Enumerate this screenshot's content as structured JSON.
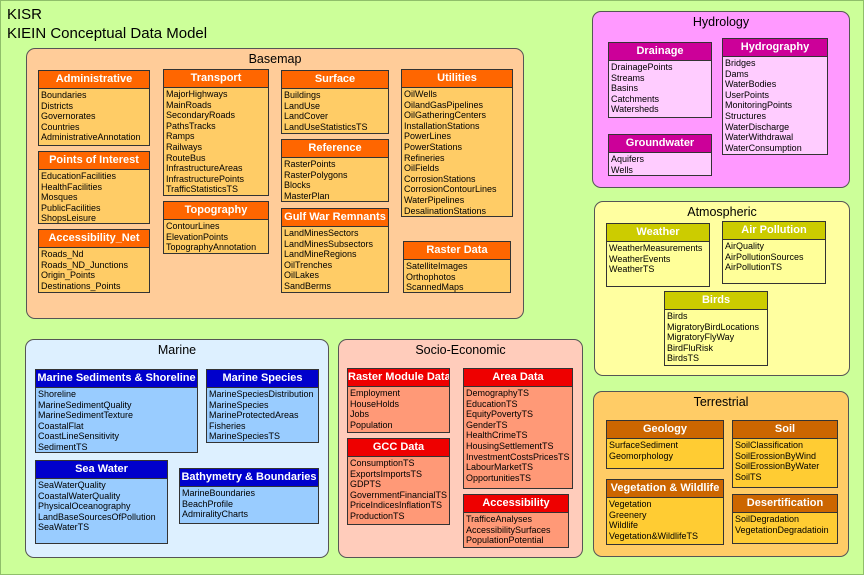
{
  "header": {
    "org": "KISR",
    "title": "KIEIN Conceptual Data Model"
  },
  "groups": {
    "basemap": "Basemap",
    "hydrology": "Hydrology",
    "atmospheric": "Atmospheric",
    "marine": "Marine",
    "socio": "Socio-Economic",
    "terrestrial": "Terrestrial"
  },
  "colors": {
    "basemap_header": "#ff6600",
    "hydrology_header": "#cc0099",
    "atmospheric_header": "#cccc00",
    "marine_header": "#0000cc",
    "socio_header": "#ee0000",
    "terrestrial_header": "#cc6600"
  },
  "entities": {
    "administrative": {
      "name": "Administrative",
      "items": [
        "Boundaries",
        "Districts",
        "Governorates",
        "Countries",
        "AdministrativeAnnotation"
      ]
    },
    "poi": {
      "name": "Points of Interest",
      "items": [
        "EducationFacilities",
        "HealthFacilities",
        "Mosques",
        "PublicFacilities",
        "ShopsLeisure"
      ]
    },
    "accessibility_net": {
      "name": "Accessibility_Net",
      "items": [
        "Roads_Nd",
        "Roads_ND_Junctions",
        "Origin_Points",
        "Destinations_Points"
      ]
    },
    "transport": {
      "name": "Transport",
      "items": [
        "MajorHighways",
        "MainRoads",
        "SecondaryRoads",
        "PathsTracks",
        "Ramps",
        "Railways",
        "RouteBus",
        "InfrastructureAreas",
        "InfrastructurePoints",
        "TrafficStatisticsTS"
      ]
    },
    "topography": {
      "name": "Topography",
      "items": [
        "ContourLines",
        "ElevationPoints",
        "TopographyAnnotation"
      ]
    },
    "surface": {
      "name": "Surface",
      "items": [
        "Buildings",
        "LandUse",
        "LandCover",
        "LandUseStatisticsTS"
      ]
    },
    "reference": {
      "name": "Reference",
      "items": [
        "RasterPoints",
        "RasterPolygons",
        "Blocks",
        "MasterPlan"
      ]
    },
    "gulfwar": {
      "name": "Gulf War Remnants",
      "items": [
        "LandMinesSectors",
        "LandMinesSubsectors",
        "LandMineRegions",
        "OilTrenches",
        "OilLakes",
        "SandBerms"
      ]
    },
    "utilities": {
      "name": "Utilities",
      "items": [
        "OilWells",
        "OilandGasPipelines",
        "OilGatheringCenters",
        "InstallationStations",
        "PowerLines",
        "PowerStations",
        "Refineries",
        "OilFields",
        "CorrosionStations",
        "CorrosionContourLines",
        "WaterPipelines",
        "DesalinationStations"
      ]
    },
    "rasterdata": {
      "name": "Raster Data",
      "items": [
        "SatelliteImages",
        "Orthophotos",
        "ScannedMaps"
      ]
    },
    "drainage": {
      "name": "Drainage",
      "items": [
        "DrainagePoints",
        "Streams",
        "Basins",
        "Catchments",
        "Watersheds"
      ]
    },
    "hydrography": {
      "name": "Hydrography",
      "items": [
        "Bridges",
        "Dams",
        "WaterBodies",
        "UserPoints",
        "MonitoringPoints",
        "Structures",
        "WaterDischarge",
        "WaterWithdrawal",
        "WaterConsumption"
      ]
    },
    "groundwater": {
      "name": "Groundwater",
      "items": [
        "Aquifers",
        "Wells"
      ]
    },
    "weather": {
      "name": "Weather",
      "items": [
        "WeatherMeasurements",
        "WeatherEvents",
        "WeatherTS"
      ]
    },
    "airpollution": {
      "name": "Air Pollution",
      "items": [
        "AirQuality",
        "AirPollutionSources",
        "AirPollutionTS"
      ]
    },
    "birds": {
      "name": "Birds",
      "items": [
        "Birds",
        "MigratoryBirdLocations",
        "MigratoryFlyWay",
        "BirdFluRisk",
        "BirdsTS"
      ]
    },
    "sediments": {
      "name": "Marine Sediments & Shoreline",
      "items": [
        "Shoreline",
        "MarineSedimentQuality",
        "MarineSedimentTexture",
        "CoastalFlat",
        "CoastLineSensitivity",
        "SedimentTS"
      ]
    },
    "species": {
      "name": "Marine Species",
      "items": [
        "MarineSpeciesDistribution",
        "MarineSpecies",
        "MarineProtectedAreas",
        "Fisheries",
        "MarineSpeciesTS"
      ]
    },
    "seawater": {
      "name": "Sea Water",
      "items": [
        "SeaWaterQuality",
        "CoastalWaterQuality",
        "PhysicalOceanography",
        "LandBaseSourcesOfPollution",
        "SeaWaterTS"
      ]
    },
    "bathymetry": {
      "name": "Bathymetry & Boundaries",
      "items": [
        "MarineBoundaries",
        "BeachProfile",
        "AdmiralityCharts"
      ]
    },
    "rastermodule": {
      "name": "Raster Module Data",
      "items": [
        "Employment",
        "HouseHolds",
        "Jobs",
        "Population"
      ]
    },
    "gcc": {
      "name": "GCC Data",
      "items": [
        "ConsumptionTS",
        "ExportsImportsTS",
        "GDPTS",
        "GovernmentFinancialTS",
        "PriceIndicesInflationTS",
        "ProductionTS"
      ]
    },
    "areadata": {
      "name": "Area Data",
      "items": [
        "DemographyTS",
        "EducationTS",
        "EquityPovertyTS",
        "GenderTS",
        "HealthCrimeTS",
        "HousingSettlementTS",
        "InvestmentCostsPricesTS",
        "LabourMarketTS",
        "OpportunitiesTS"
      ]
    },
    "accessibility": {
      "name": "Accessibility",
      "items": [
        "TrafficeAnalyses",
        "AccessibilitySurfaces",
        "PopulationPotential"
      ]
    },
    "geology": {
      "name": "Geology",
      "items": [
        "SurfaceSediment",
        "Geomorphology"
      ]
    },
    "soil": {
      "name": "Soil",
      "items": [
        "SoilClassification",
        "SoilErossionByWind",
        "SoilErossionByWater",
        "SoilTS"
      ]
    },
    "vegetation": {
      "name": "Vegetation & Wildlife",
      "items": [
        "Vegetation",
        "Greenery",
        "Wildlife",
        "Vegetation&WildlifeTS"
      ]
    },
    "desertification": {
      "name": "Desertification",
      "items": [
        "SoilDegradation",
        "VegetationDegradatioin"
      ]
    }
  }
}
